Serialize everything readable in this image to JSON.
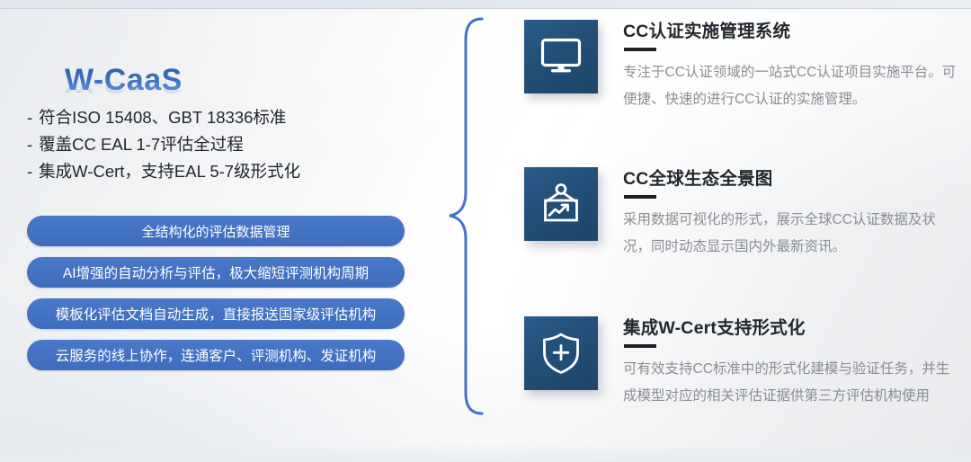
{
  "theme": {
    "pill_blue": "#3f6cbd",
    "brace_blue": "#4371c4",
    "tile_blue": "#23507a",
    "title_color": "#23282e",
    "desc_color": "#8a8d91",
    "background": "#f2f3f5"
  },
  "left": {
    "brand": "W-CaaS",
    "bullet_marker": "-",
    "bullets": [
      "符合ISO 15408、GBT 18336标准",
      "覆盖CC EAL 1-7评估全过程",
      "集成W-Cert，支持EAL 5-7级形式化"
    ],
    "pills": [
      "全结构化的评估数据管理",
      "AI增强的自动分析与评估，极大缩短评测机构周期",
      "模板化评估文档自动生成，直接报送国家级评估机构",
      "云服务的线上协作，连通客户、评测机构、发证机构"
    ]
  },
  "connector": {
    "icon": "curly-brace-icon"
  },
  "cards": [
    {
      "icon": "monitor-icon",
      "title": "CC认证实施管理系统",
      "desc": "专注于CC认证领域的一站式CC认证项目实施平台。可便捷、快速的进行CC认证的实施管理。"
    },
    {
      "icon": "hanging-chart-sign-icon",
      "title": "CC全球生态全景图",
      "desc": "采用数据可视化的形式，展示全球CC认证数据及状况，同时动态显示国内外最新资讯。"
    },
    {
      "icon": "shield-plus-icon",
      "title": "集成W-Cert支持形式化",
      "desc": "可有效支持CC标准中的形式化建模与验证任务，并生成模型对应的相关评估证据供第三方评估机构使用"
    }
  ]
}
